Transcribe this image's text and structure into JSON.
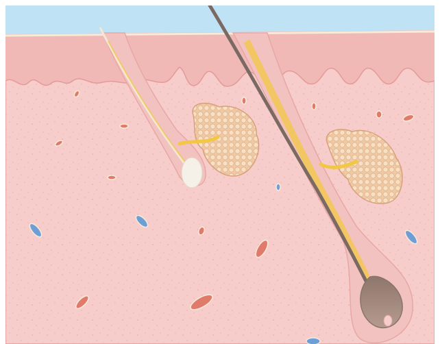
{
  "illustration": {
    "subject": "skin-cross-section",
    "colors": {
      "sky": "#bfe3f4",
      "surface_line": "#f6ead9",
      "epidermis": "#f0b9b6",
      "epidermis_edge": "#e49a98",
      "dermis": "#f6cdca",
      "dermis_speckle": "#e9aaa7",
      "sheath": "#f2c2c0",
      "sheath_edge": "#e8a7a5",
      "gland_fill": "#efc9a3",
      "gland_cell": "#f7e0c3",
      "gland_outline": "#d9a07d",
      "duct_yellow": "#f2c744",
      "light_hair": "#f3e8d2",
      "light_bulb": "#f5f1e8",
      "dark_hair": "#7a6a63",
      "dark_bulb": "#a3877c",
      "vessel_red": "#e07a6a",
      "vessel_blue": "#6d9fd6"
    },
    "structures": [
      "epidermis",
      "dermis",
      "vellus-hair-follicle",
      "terminal-hair-follicle",
      "sebaceous-gland-left",
      "sebaceous-gland-right",
      "blood-vessels"
    ]
  }
}
